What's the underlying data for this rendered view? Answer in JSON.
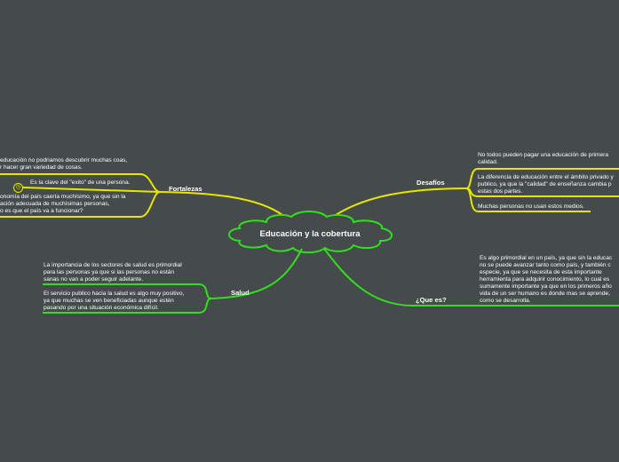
{
  "central_topic": "Educación y la cobertura",
  "colors": {
    "background": "#454a4a",
    "yellow_branch": "#e6e600",
    "green_branch": "#33dd22",
    "text": "#ffffff"
  },
  "branches": {
    "fortalezas": {
      "label": "Fortalezas",
      "items": [
        "educación no podriamos descubrir muchas coas,\nr hacer gran variedad de cosas.",
        "Es la clave del \"exito\" de una persona.",
        "onomía del país caería muchísimo, ya que sin la\nación adecuada de muchísimas personas,\no es que el país va a funcionar?"
      ],
      "badge_icon": "clock-icon"
    },
    "desafios": {
      "label": "Desafíos",
      "items": [
        "No todos pueden pagar una educación de primera\ncalidad.",
        "La diferencia de educación entre el ámbito privado y\npublico, ya que la \"calidad\" de enseñanza cambia p\nestas dos partes.",
        "Muchas personas no usan estos medios."
      ]
    },
    "salud": {
      "label": "Salud",
      "items": [
        "La importancia de los sectores de salud es primordial\npara las personas ya que si las personas no están\nsanas no van a poder seguir adelante.",
        "El servicio publico hacia la salud es algo muy positivo,\nya que muchas se ven beneficiadas aunque estén\npasando por una situación económica difícil."
      ]
    },
    "que_es": {
      "label": "¿Que es?",
      "items": [
        "Es algo primordial en un país, ya que sin la educac\nno se puede avanzar tanto como país, y también c\nespecie, ya que se necesita de esta importante\nherramienta para adquirir conocimiento, lo cual es\nsumamente importante ya que en los primeros año\nvida de un ser humano es donde mas se aprende,\ncomo se desarrolla."
      ]
    }
  }
}
